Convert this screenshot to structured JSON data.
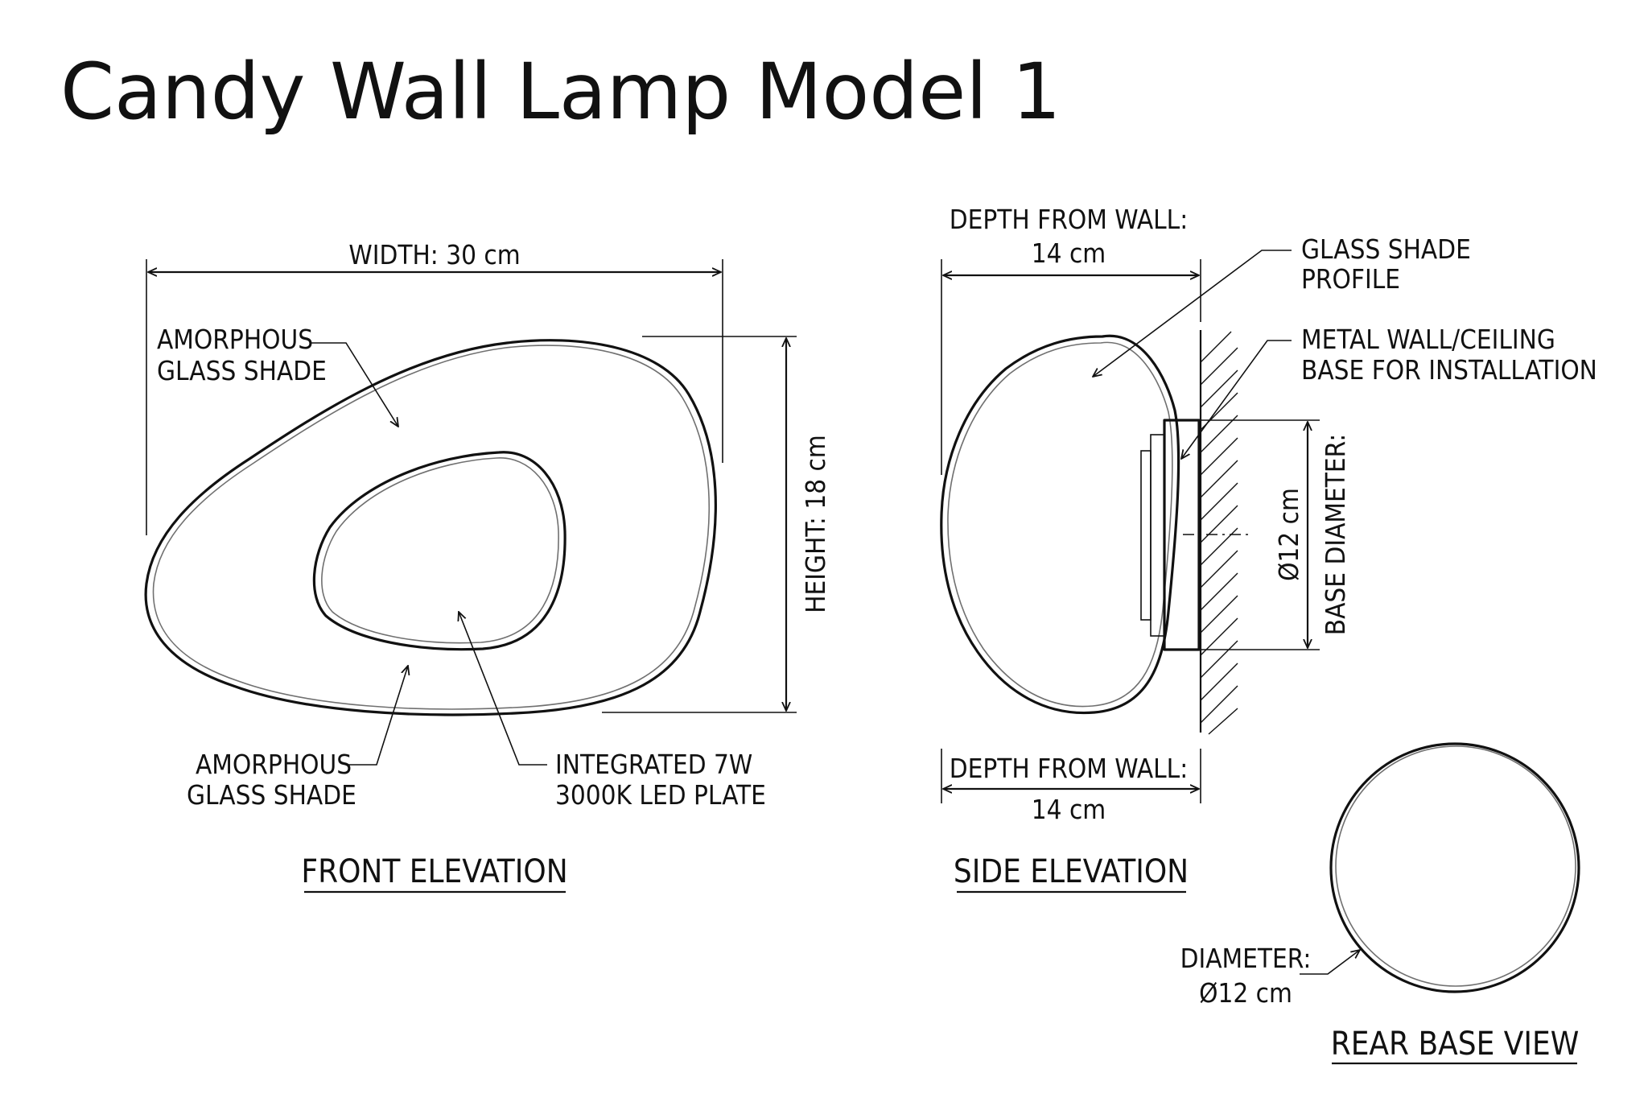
{
  "title": "Candy Wall Lamp Model 1",
  "front": {
    "width_label": "WIDTH: 30 cm",
    "height_label": "HEIGHT: 18 cm",
    "shade_top_l1": "AMORPHOUS",
    "shade_top_l2": "GLASS SHADE",
    "shade_bottom_l1": "AMORPHOUS",
    "shade_bottom_l2": "GLASS SHADE",
    "led_l1": "INTEGRATED 7W",
    "led_l2": "3000K LED PLATE",
    "caption": "FRONT ELEVATION"
  },
  "side": {
    "depth_top_l1": "DEPTH FROM WALL:",
    "depth_top_l2": "14 cm",
    "profile_l1": "GLASS SHADE",
    "profile_l2": "PROFILE",
    "base_l1": "METAL WALL/CEILING",
    "base_l2": "BASE FOR INSTALLATION",
    "diameter_value": "Ø12 cm",
    "diameter_label": "BASE DIAMETER:",
    "depth_bottom_l1": "DEPTH FROM WALL:",
    "depth_bottom_l2": "14 cm",
    "caption": "SIDE ELEVATION"
  },
  "rear": {
    "diameter_l1": "DIAMETER:",
    "diameter_l2": "Ø12 cm",
    "caption": "REAR BASE VIEW"
  }
}
